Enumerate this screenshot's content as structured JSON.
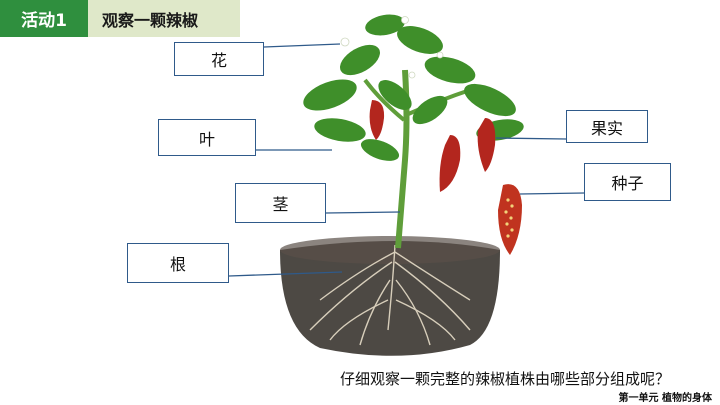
{
  "header": {
    "activity": "活动1",
    "title": "观察一颗辣椒"
  },
  "labels": {
    "flower": "花",
    "leaf": "叶",
    "stem": "茎",
    "root": "根",
    "fruit": "果实",
    "seed": "种子"
  },
  "question": "仔细观察一颗完整的辣椒植株由哪些部分组成呢？",
  "footer": "第一单元 植物的身体",
  "colors": {
    "tag_green": "#2f8f3e",
    "title_bg": "#dfe8c9",
    "leader_line": "#2f5a8a",
    "leaf_green": "#3f8f2a",
    "pepper_red": "#b3261e",
    "soil": "#3a3530"
  }
}
